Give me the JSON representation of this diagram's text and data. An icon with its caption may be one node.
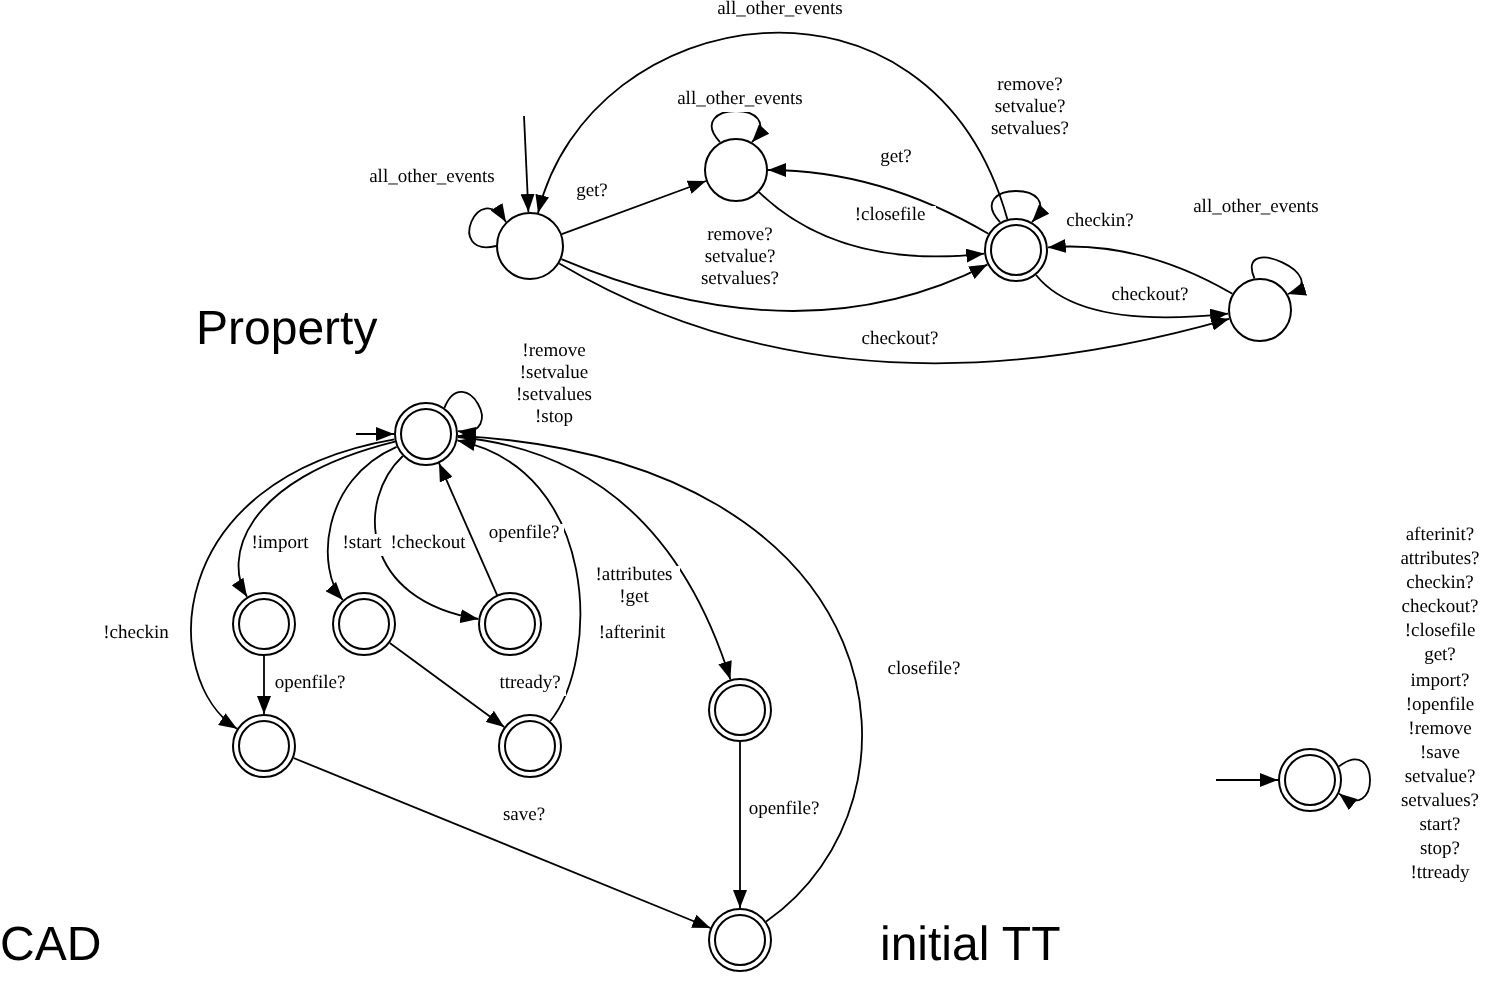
{
  "diagram": {
    "nodes": [
      {
        "text": [],
        "shape": "circle"
      },
      {
        "text": [],
        "shape": "circle"
      },
      {
        "text": [],
        "shape": "doublecircle"
      },
      {
        "text": [],
        "shape": "circle"
      },
      {
        "text": [],
        "shape": "doublecircle"
      },
      {
        "text": [],
        "shape": "doublecircle"
      },
      {
        "text": [],
        "shape": "doublecircle"
      },
      {
        "text": [],
        "shape": "doublecircle"
      },
      {
        "text": [],
        "shape": "doublecircle"
      },
      {
        "text": [],
        "shape": "doublecircle"
      },
      {
        "text": [],
        "shape": "doublecircle"
      },
      {
        "text": [],
        "shape": "doublecircle"
      },
      {
        "text": [],
        "shape": "doublecircle"
      }
    ],
    "edges": [
      {
        "from": null,
        "to": 0,
        "arrow": "to"
      },
      {
        "from": 0,
        "to": 0,
        "arrow": "to",
        "label": "all_other_events"
      },
      {
        "from": 0,
        "to": 1,
        "arrow": "to",
        "label": "get?"
      },
      {
        "from": 1,
        "to": 1,
        "arrow": "to",
        "label": "all_other_events"
      },
      {
        "from": 1,
        "to": 2,
        "arrow": "to",
        "label": "!closefile"
      },
      {
        "from": 2,
        "to": 1,
        "arrow": "to",
        "label": "get?"
      },
      {
        "from": 0,
        "to": 2,
        "arrow": "to",
        "label": "remove? setvalue? setvalues?"
      },
      {
        "from": 0,
        "to": 3,
        "arrow": "to",
        "label": "checkout?"
      },
      {
        "from": 2,
        "to": 2,
        "arrow": "to",
        "label": "remove? setvalue? setvalues?"
      },
      {
        "from": 2,
        "to": 0,
        "arrow": "to",
        "label": "all_other_events"
      },
      {
        "from": 2,
        "to": 3,
        "arrow": "to",
        "label": "checkout?"
      },
      {
        "from": 3,
        "to": 2,
        "arrow": "to",
        "label": "checkin?"
      },
      {
        "from": 3,
        "to": 3,
        "arrow": "to",
        "label": "all_other_events"
      },
      {
        "from": null,
        "to": 4,
        "arrow": "to"
      },
      {
        "from": 4,
        "to": 4,
        "arrow": "to",
        "label": "!remove !setvalue !setvalues !stop"
      },
      {
        "from": 4,
        "to": 5,
        "arrow": "to",
        "label": "!import"
      },
      {
        "from": 4,
        "to": 6,
        "arrow": "to",
        "label": "!start"
      },
      {
        "from": 4,
        "to": 7,
        "arrow": "to",
        "label": "!checkout"
      },
      {
        "from": 7,
        "to": 4,
        "arrow": "to",
        "label": "openfile?"
      },
      {
        "from": 4,
        "to": 9,
        "arrow": "to",
        "label": "!checkin"
      },
      {
        "from": 5,
        "to": 9,
        "arrow": "to",
        "label": "openfile?"
      },
      {
        "from": 6,
        "to": 10,
        "arrow": "to",
        "label": "ttready?"
      },
      {
        "from": 10,
        "to": 4,
        "arrow": "to",
        "label": "!afterinit"
      },
      {
        "from": 4,
        "to": 8,
        "arrow": "to",
        "label": "!attributes !get"
      },
      {
        "from": 8,
        "to": 11,
        "arrow": "to",
        "label": "openfile?"
      },
      {
        "from": 11,
        "to": 4,
        "arrow": "to",
        "label": "closefile?"
      },
      {
        "from": 9,
        "to": 11,
        "arrow": "to",
        "label": "save?"
      },
      {
        "from": null,
        "to": 12,
        "arrow": "to"
      },
      {
        "from": 12,
        "to": 12,
        "arrow": "to",
        "label": "afterinit? attributes? checkin? checkout? !closefile get? import? !openfile !remove !save setvalue? setvalues? start? stop? !ttready"
      }
    ],
    "labels": [
      "Property",
      "CAD",
      "initial TT"
    ]
  }
}
